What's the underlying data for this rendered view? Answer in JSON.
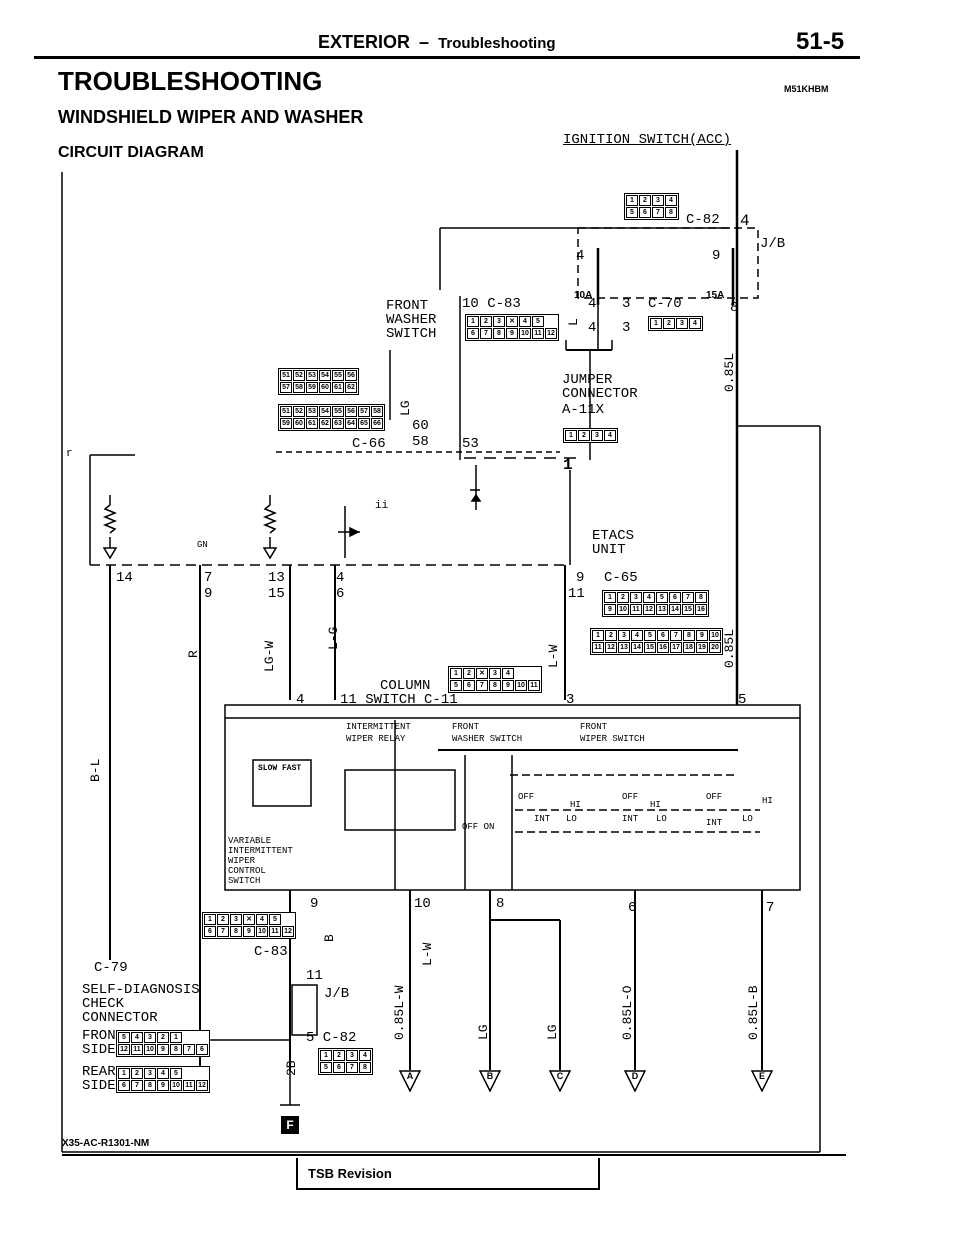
{
  "header": {
    "section": "EXTERIOR",
    "dash": "–",
    "subsection": "Troubleshooting",
    "page": "51-5"
  },
  "title": "TROUBLESHOOTING",
  "code": "M51KHBM",
  "subtitle": "WINDSHIELD WIPER AND WASHER",
  "diagram_label": "CIRCUIT DIAGRAM",
  "ignition": "IGNITION SWITCH(ACC)",
  "connectors": {
    "c82_top": "C-82",
    "jb": "J/B",
    "fuse4": "4",
    "fuse9": "9",
    "fuse_10a": "10A",
    "fuse_15a": "15A",
    "c83_top": "10 C-83",
    "c70": "C-70",
    "front_washer_switch": [
      "FRONT",
      "WASHER",
      "SWITCH"
    ],
    "c66": "C-66",
    "jumper": [
      "JUMPER",
      "CONNECTOR",
      "A-11X"
    ],
    "etacs": [
      "ETACS",
      "UNIT"
    ],
    "c65": "C-65",
    "column_switch": [
      "COLUMN",
      "11 SWITCH C-11"
    ],
    "c83_bottom": "C-83",
    "c82_bottom": "5 C-82",
    "c79": "C-79",
    "self_diag": [
      "SELF-DIAGNOSIS",
      "CHECK",
      "CONNECTOR"
    ],
    "front_side": [
      "FRONT",
      "SIDE"
    ],
    "rear_side": [
      "REAR",
      "SIDE"
    ]
  },
  "switch_labels": {
    "intermittent_relay": [
      "INTERMITTENT",
      "WIPER RELAY"
    ],
    "front_washer_switch": [
      "FRONT",
      "WASHER SWITCH"
    ],
    "front_wiper_switch": [
      "FRONT",
      "WIPER SWITCH"
    ],
    "variable": [
      "VARIABLE",
      "INTERMITTENT",
      "WIPER",
      "CONTROL",
      "SWITCH"
    ],
    "slow_fast": "SLOW FAST",
    "off_on": "OFF ON",
    "positions": [
      "OFF",
      "HI",
      "INT",
      "LO",
      "OFF",
      "HI",
      "INT",
      "LO",
      "OFF",
      "HI",
      "INT",
      "LO"
    ]
  },
  "wire_colors": {
    "l": "L",
    "lg": "LG",
    "lw_a": "L-W",
    "lw_b": "L-W",
    "lgw": "LG-W",
    "lgr": "L-G",
    "r": "R",
    "bl": "B-L",
    "o85l_top": "0.85L",
    "o85l_mid": "0.85L",
    "o85l_w": "0.85L-W",
    "lg_b": "LG",
    "lg_c": "LG",
    "o85l_o": "0.85L-O",
    "o85l_b": "0.85L-B",
    "jb2": "J/B",
    "b": "B",
    "twob": "2B",
    "gn": "GN"
  },
  "pin_numbers": {
    "p4top": "4",
    "p8": "8",
    "p4a": "4",
    "p3a": "3",
    "p4b": "4",
    "p3b": "3",
    "p60": "60",
    "p58": "58",
    "p53": "53",
    "p1": "1",
    "p14": "14",
    "p7": "7",
    "p9": "9",
    "p13": "13",
    "p15": "15",
    "p4c": "4",
    "p6": "6",
    "p9b": "9",
    "p11": "11",
    "p4d": "4",
    "p3c": "3",
    "p5": "5",
    "p9c": "9",
    "p10": "10",
    "p8b": "8",
    "p6b": "6",
    "p7b": "7",
    "p11b": "11"
  },
  "terminals": [
    "A",
    "B",
    "C",
    "D",
    "E"
  ],
  "corner_marks": [
    "ii",
    "r",
    "F"
  ],
  "footer": {
    "code": "X35-AC-R1301-NM",
    "tsb": "TSB Revision"
  }
}
